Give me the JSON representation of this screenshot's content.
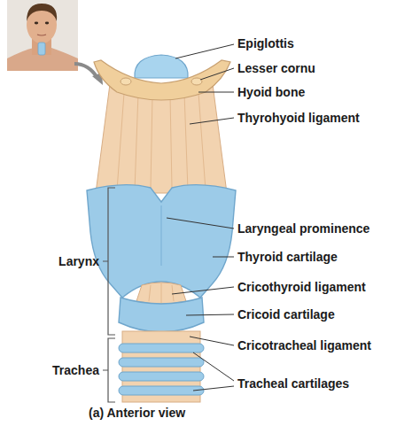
{
  "diagram": {
    "caption": "(a) Anterior view",
    "labels": [
      "Epiglottis",
      "Lesser cornu",
      "Hyoid bone",
      "Thyrohyoid ligament",
      "Laryngeal prominence",
      "Thyroid cartilage",
      "Larynx",
      "Cricothyroid ligament",
      "Cricoid cartilage",
      "Cricotracheal ligament",
      "Trachea",
      "Tracheal cartilages"
    ]
  }
}
